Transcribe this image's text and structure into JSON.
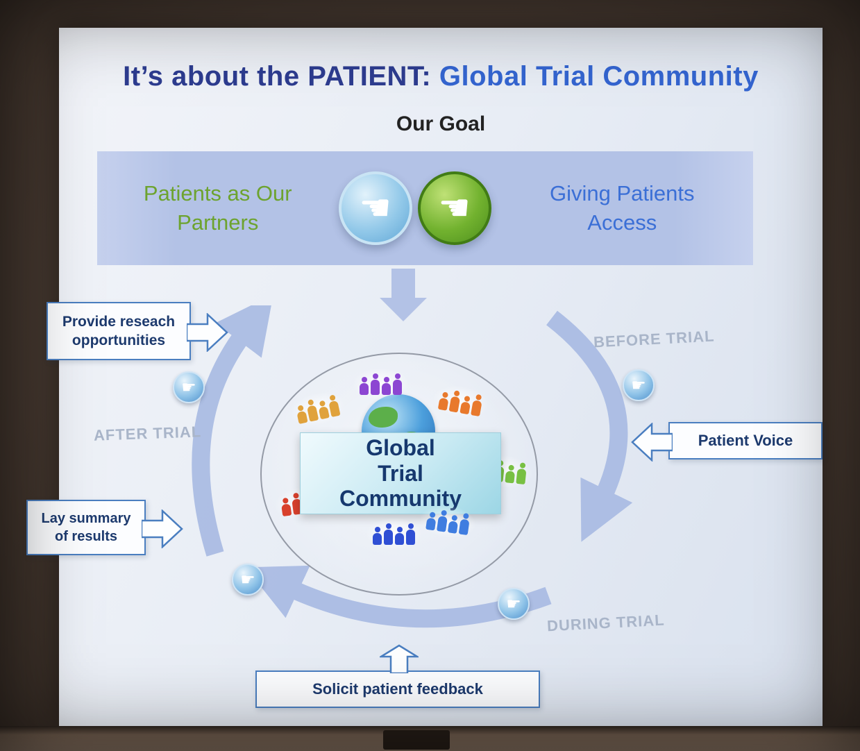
{
  "slide": {
    "title": {
      "dark": "It’s about the PATIENT: ",
      "blue": "Global Trial Community"
    },
    "subtitle": "Our Goal",
    "banner": {
      "left": "Patients as Our Partners",
      "right": "Giving Patients Access"
    },
    "center_label": "Global\nTrial\nCommunity",
    "phases": {
      "before": "BEFORE TRIAL",
      "after": "AFTER TRIAL",
      "during": "DURING TRIAL"
    },
    "callouts": {
      "research": "Provide reseach opportunities",
      "voice": "Patient Voice",
      "summary": "Lay summary of results",
      "feedback": "Solicit patient feedback"
    },
    "icons": {
      "hand_left": "☚",
      "hand_right": "☛"
    },
    "colors": {
      "title_dark": "#2d3c90",
      "title_blue": "#3465d1",
      "banner_green": "#6da32f",
      "banner_blue": "#3b6fd6",
      "banner_bg": "#b3c2e6",
      "arc": "#a9bbe3",
      "callout_border": "#4a7ec0",
      "phase_label": "#a9b5c9",
      "people": [
        "#e0a23c",
        "#8c46d2",
        "#e8792c",
        "#78c043",
        "#3f7de0",
        "#2f4fd4",
        "#d8402c"
      ]
    }
  }
}
